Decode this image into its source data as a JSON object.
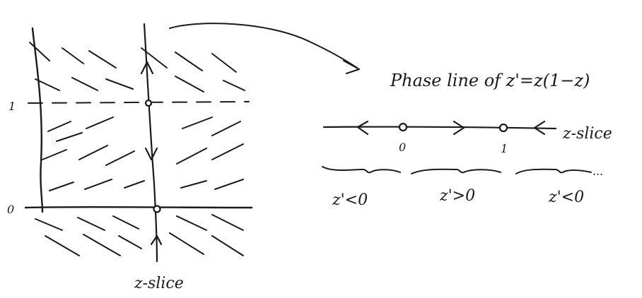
{
  "diagram": {
    "title": "Phase line of z'=z(1−z)",
    "left_panel": {
      "y_tick_one": "1",
      "y_tick_zero": "0",
      "slice_label": "z-slice"
    },
    "phase_line": {
      "slice_label": "z-slice",
      "equilibrium_zero": "0",
      "equilibrium_one": "1",
      "sign_left": "z'<0",
      "sign_middle": "z'>0",
      "sign_right": "z'<0",
      "trailing_dots": "..."
    }
  }
}
